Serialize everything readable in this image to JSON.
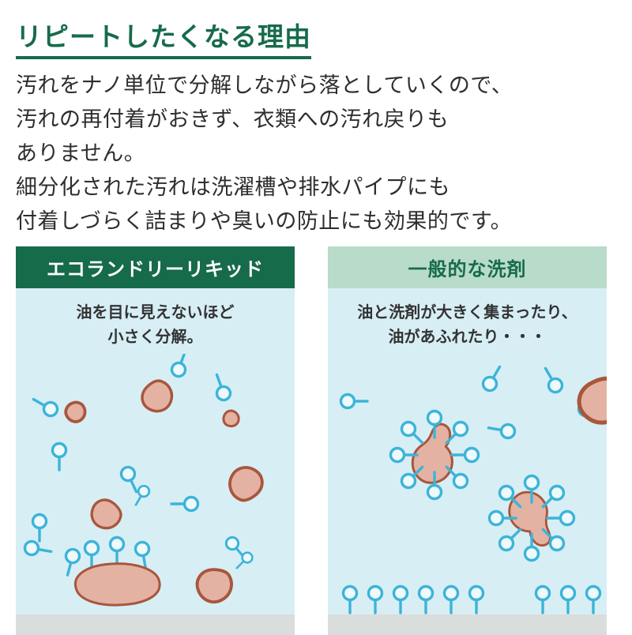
{
  "page": {
    "title": "リピートしたくなる理由",
    "paragraph_lines": [
      "汚れをナノ単位で分解しながら落としていくので、",
      "汚れの再付着がおきず、衣類への汚れ戻りも",
      "ありません。",
      "細分化された汚れは洗濯槽や排水パイプにも",
      "付着しづらく詰まりや臭いの防止にも効果的です。"
    ]
  },
  "panels": {
    "eco": {
      "header": "エコランドリーリキッド",
      "caption_lines": [
        "油を目に見えないほど",
        "小さく分解。"
      ]
    },
    "general": {
      "header": "一般的な洗剤",
      "caption_lines": [
        "油と洗剤が大きく集まったり、",
        "油があふれたり・・・"
      ]
    }
  },
  "colors": {
    "brand_green": "#166b4b",
    "header_light_green": "#b9dbc9",
    "panel_blue": "#d7eef5",
    "molecule_blue": "#3cb4d8",
    "oil_fill": "#e3b2a2",
    "oil_outline": "#a8563c",
    "bottom_strip": "#d9dddc"
  }
}
